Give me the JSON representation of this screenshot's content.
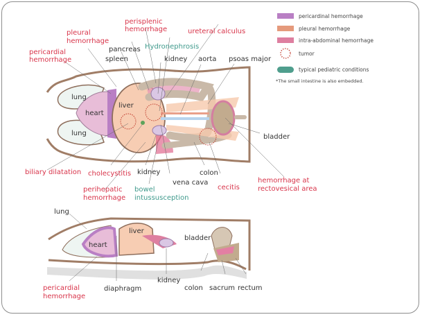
{
  "legend": {
    "items": [
      {
        "label": "pericardinal hemorrhage",
        "color": "#b97fc4"
      },
      {
        "label": "pleural hemorrhage",
        "color": "#e59a7c"
      },
      {
        "label": "intra-abdominal hemorrhage",
        "color": "#de7fa0"
      },
      {
        "label": "tumor",
        "color": "#c0392b",
        "icon": "dotted-circle-icon"
      },
      {
        "label": "typical pediatric conditions",
        "color": "#4f9e8d"
      }
    ],
    "note": "*The small intestine is also embedded."
  },
  "top_diagram": {
    "labels": {
      "pericardial_hemorrhage": [
        "pericardial",
        "hemorrhage"
      ],
      "pleural_hemorrhage": [
        "pleural",
        "hemorrhage"
      ],
      "perisplenic_hemorrhage": [
        "perisplenic",
        "hemorrhage"
      ],
      "ureteral_calculus": "ureteral calculus",
      "hydronephrosis": "Hydronephrosis",
      "pancreas": "pancreas",
      "spleen": "spleen",
      "kidney_top": "kidney",
      "aorta": "aorta",
      "psoas_major": "psoas major",
      "lung_upper": "lung",
      "heart": "heart",
      "lung_lower": "lung",
      "liver": "liver",
      "bladder": "bladder",
      "biliary_dilatation": "biliary dilatation",
      "cholecystitis": "cholecystitis",
      "kidney_bottom": "kidney",
      "vena_cava": "vena cava",
      "colon": "colon",
      "cecitis": "cecitis",
      "hemorrhage_rectovesical": [
        "hemorrhage at",
        "rectovesical area"
      ],
      "perihepatic_hemorrhage": [
        "perihepatic",
        "hemorrhage"
      ],
      "bowel_intussusception": [
        "bowel",
        "intussusception"
      ]
    }
  },
  "side_diagram": {
    "labels": {
      "lung": "lung",
      "heart": "heart",
      "liver": "liver",
      "bladder": "bladder",
      "pericardial_hemorrhage": [
        "pericardial",
        "hemorrhage"
      ],
      "diaphragm": "diaphragm",
      "kidney": "kidney",
      "colon": "colon",
      "sacrum": "sacrum",
      "rectum": "rectum"
    }
  }
}
